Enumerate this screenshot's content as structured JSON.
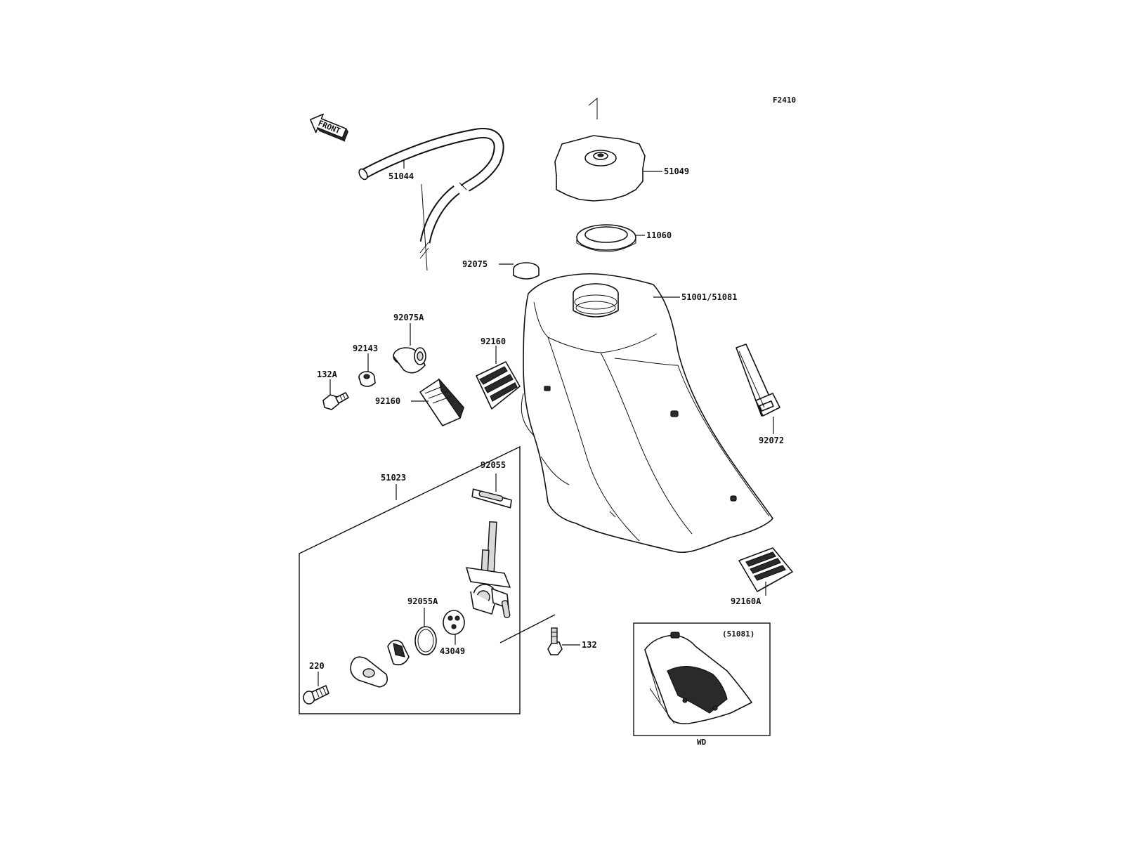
{
  "figure_code": "F2410",
  "front_label": "FRONT",
  "parts": {
    "p51044": "51044",
    "p51049": "51049",
    "p11060": "11060",
    "p92075": "92075",
    "p51001": "51001/51081",
    "p92075A": "92075A",
    "p92143": "92143",
    "p132A": "132A",
    "p92160_left": "92160",
    "p92160_mid": "92160",
    "p92072": "92072",
    "p51023": "51023",
    "p92055": "92055",
    "p92055A": "92055A",
    "p43049": "43049",
    "p220": "220",
    "p132": "132",
    "p92160A": "92160A"
  },
  "inset": {
    "variant": "(51081)",
    "caption": "WD"
  }
}
